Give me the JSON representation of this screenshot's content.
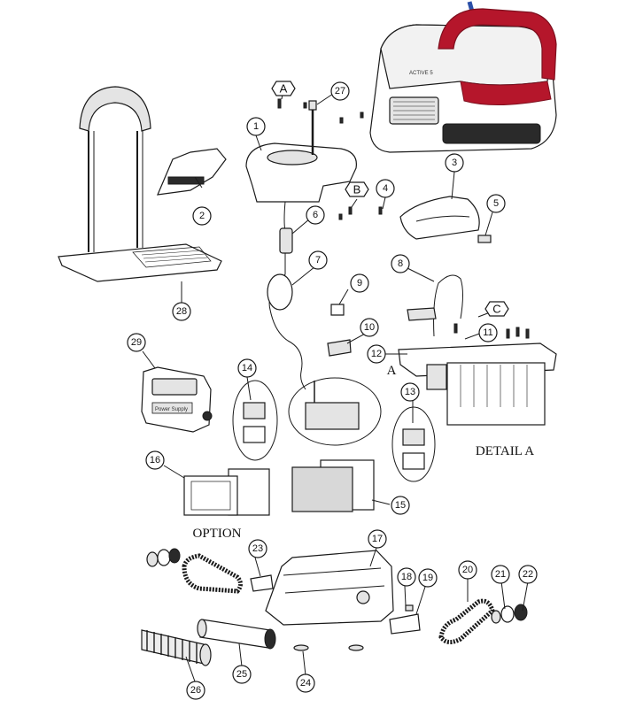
{
  "captions": {
    "detail": "DETAIL A",
    "option": "OPTION",
    "detail_marker": "A"
  },
  "robot": {
    "model_label": "ACTIVE 5"
  },
  "power_supply": {
    "brand_label": "Power Supply"
  },
  "callouts": [
    {
      "label": "1"
    },
    {
      "label": "2"
    },
    {
      "label": "3"
    },
    {
      "label": "4"
    },
    {
      "label": "5"
    },
    {
      "label": "6"
    },
    {
      "label": "7"
    },
    {
      "label": "8"
    },
    {
      "label": "9"
    },
    {
      "label": "10"
    },
    {
      "label": "11"
    },
    {
      "label": "12"
    },
    {
      "label": "13"
    },
    {
      "label": "14"
    },
    {
      "label": "15"
    },
    {
      "label": "16"
    },
    {
      "label": "17"
    },
    {
      "label": "18"
    },
    {
      "label": "19"
    },
    {
      "label": "20"
    },
    {
      "label": "21"
    },
    {
      "label": "22"
    },
    {
      "label": "23"
    },
    {
      "label": "24"
    },
    {
      "label": "25"
    },
    {
      "label": "26"
    },
    {
      "label": "27"
    },
    {
      "label": "28"
    },
    {
      "label": "29"
    }
  ],
  "screw_tags": [
    {
      "label": "A"
    },
    {
      "label": "B"
    },
    {
      "label": "C"
    }
  ],
  "colors": {
    "accent": "#b5162b",
    "accent_dark": "#7e0f1e",
    "cable": "#2b4fa8",
    "line": "#1a1a1a"
  }
}
